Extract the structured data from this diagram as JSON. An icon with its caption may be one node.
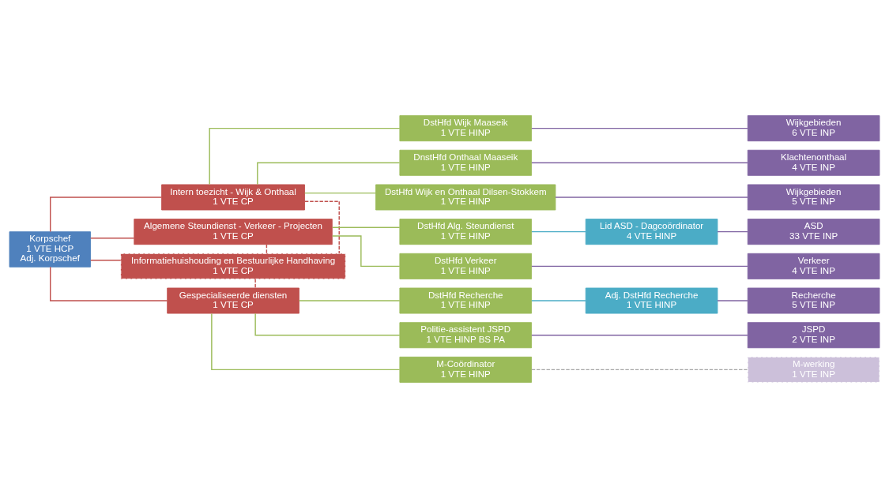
{
  "diagram": {
    "nodes": [
      {
        "text": [
          "Korpschef",
          "1 VTE HCP",
          "Adj. Korpschef"
        ]
      },
      {
        "text": [
          "Intern toezicht - Wijk & Onthaal",
          "1 VTE CP"
        ]
      },
      {
        "text": [
          "Algemene Steundienst - Verkeer - Projecten",
          "1 VTE CP"
        ]
      },
      {
        "text": [
          "Informatiehuishouding en Bestuurlijke Handhaving",
          "1 VTE CP"
        ]
      },
      {
        "text": [
          "Gespecialiseerde diensten",
          "1 VTE CP"
        ]
      },
      {
        "text": [
          "DstHfd Wijk Maaseik",
          "1 VTE HINP"
        ]
      },
      {
        "text": [
          "DnstHfd Onthaal Maaseik",
          "1 VTE HINP"
        ]
      },
      {
        "text": [
          "DstHfd Wijk en Onthaal Dilsen-Stokkem",
          "1 VTE HINP"
        ]
      },
      {
        "text": [
          "DstHfd Alg. Steundienst",
          "1 VTE HINP"
        ]
      },
      {
        "text": [
          "DstHfd Verkeer",
          "1 VTE HINP"
        ]
      },
      {
        "text": [
          "DstHfd Recherche",
          "1 VTE HINP"
        ]
      },
      {
        "text": [
          "Politie-assistent JSPD",
          "1 VTE HINP BS PA"
        ]
      },
      {
        "text": [
          "M-Coördinator",
          "1 VTE HINP"
        ]
      },
      {
        "text": [
          "Lid ASD - Dagcoördinator",
          "4 VTE HINP"
        ]
      },
      {
        "text": [
          "Adj. DstHfd Recherche",
          "1 VTE HINP"
        ]
      },
      {
        "text": [
          "Wijkgebieden",
          "6 VTE INP"
        ]
      },
      {
        "text": [
          "Klachtenonthaal",
          "4 VTE INP"
        ]
      },
      {
        "text": [
          "Wijkgebieden",
          "5 VTE INP"
        ]
      },
      {
        "text": [
          "ASD",
          "33 VTE INP"
        ]
      },
      {
        "text": [
          "Verkeer",
          "4 VTE INP"
        ]
      },
      {
        "text": [
          "Recherche",
          "5 VTE INP"
        ]
      },
      {
        "text": [
          "JSPD",
          "2 VTE INP"
        ]
      },
      {
        "text": [
          "M-werking",
          "1 VTE INP"
        ]
      }
    ],
    "edges": [
      {
        "from": 0,
        "to": 1,
        "arrow": "none",
        "color": "#c0504d"
      },
      {
        "from": 0,
        "to": 2,
        "arrow": "none",
        "color": "#c0504d"
      },
      {
        "from": 0,
        "to": 3,
        "arrow": "none",
        "color": "#c0504d"
      },
      {
        "from": 0,
        "to": 4,
        "arrow": "none",
        "color": "#c0504d"
      },
      {
        "from": 1,
        "to": 3,
        "arrow": "none",
        "style": "dashed",
        "color": "#c0504d"
      },
      {
        "from": 2,
        "to": 3,
        "arrow": "none",
        "style": "dashed",
        "color": "#c0504d"
      },
      {
        "from": 3,
        "to": 4,
        "arrow": "none",
        "style": "dashed",
        "color": "#c0504d"
      },
      {
        "from": 1,
        "to": 5,
        "arrow": "none",
        "color": "#9bbb59"
      },
      {
        "from": 1,
        "to": 6,
        "arrow": "none",
        "color": "#9bbb59"
      },
      {
        "from": 1,
        "to": 7,
        "arrow": "none",
        "color": "#9bbb59"
      },
      {
        "from": 2,
        "to": 8,
        "arrow": "none",
        "color": "#9bbb59"
      },
      {
        "from": 2,
        "to": 9,
        "arrow": "none",
        "color": "#9bbb59"
      },
      {
        "from": 4,
        "to": 10,
        "arrow": "none",
        "color": "#9bbb59"
      },
      {
        "from": 4,
        "to": 11,
        "arrow": "none",
        "color": "#9bbb59"
      },
      {
        "from": 4,
        "to": 12,
        "arrow": "none",
        "color": "#9bbb59"
      },
      {
        "from": 5,
        "to": 15,
        "arrow": "none",
        "color": "#8064a2"
      },
      {
        "from": 6,
        "to": 16,
        "arrow": "none",
        "color": "#8064a2"
      },
      {
        "from": 7,
        "to": 17,
        "arrow": "none",
        "color": "#8064a2"
      },
      {
        "from": 8,
        "to": 13,
        "arrow": "none",
        "color": "#4bacc6"
      },
      {
        "from": 13,
        "to": 18,
        "arrow": "none",
        "color": "#8064a2"
      },
      {
        "from": 9,
        "to": 19,
        "arrow": "none",
        "color": "#8064a2"
      },
      {
        "from": 10,
        "to": 14,
        "arrow": "none",
        "color": "#4bacc6"
      },
      {
        "from": 14,
        "to": 20,
        "arrow": "none",
        "color": "#8064a2"
      },
      {
        "from": 11,
        "to": 21,
        "arrow": "none",
        "color": "#8064a2"
      },
      {
        "from": 12,
        "to": 22,
        "arrow": "none",
        "style": "dashed",
        "color": "#a6a6a6"
      }
    ]
  }
}
